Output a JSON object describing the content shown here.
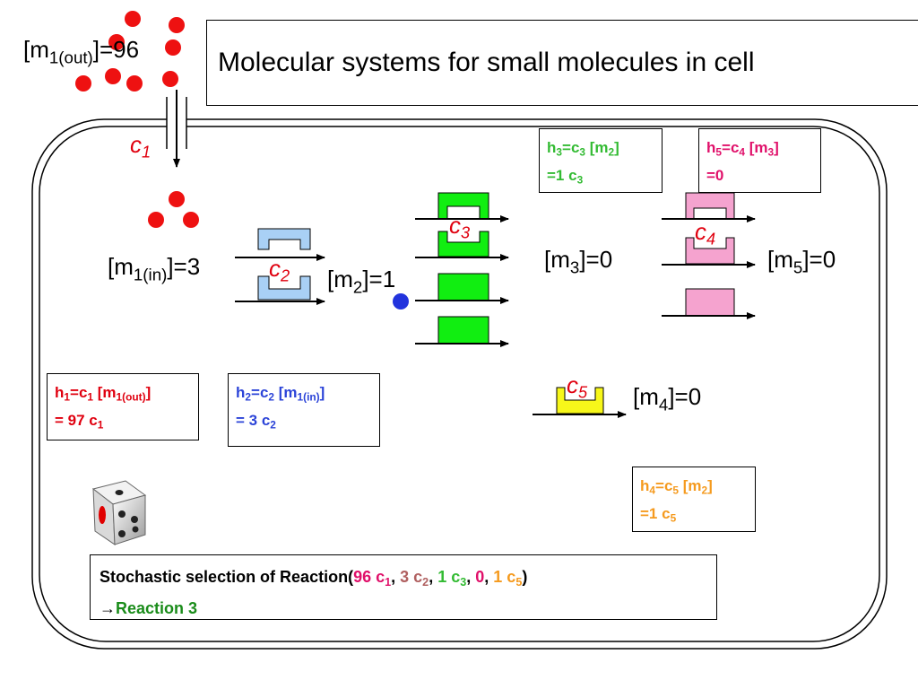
{
  "title": "Molecular systems for small molecules in cell",
  "species": {
    "m1_out": {
      "name": "m",
      "sub": "1(out)",
      "eq": "]=96"
    },
    "m1_in": {
      "name": "m",
      "sub": "1(in)",
      "eq": "]=3"
    },
    "m2": {
      "name": "m",
      "sub": "2",
      "eq": "]=1"
    },
    "m3": {
      "name": "m",
      "sub": "3",
      "eq": "]=0"
    },
    "m4": {
      "name": "m",
      "sub": "4",
      "eq": "]=0"
    },
    "m5": {
      "name": "m",
      "sub": "5",
      "eq": "]=0"
    }
  },
  "rate_labels": {
    "c1": {
      "base": "c",
      "sub": "1"
    },
    "c2": {
      "base": "c",
      "sub": "2"
    },
    "c3": {
      "base": "c",
      "sub": "3"
    },
    "c4": {
      "base": "c",
      "sub": "4"
    },
    "c5": {
      "base": "c",
      "sub": "5"
    }
  },
  "formulas": {
    "h1": {
      "color": "#e0000f",
      "a": "h",
      "a_sub": "1",
      "b": "=c",
      "b_sub": "1",
      "c": " [m",
      "c_sub": "1(out)",
      "d": "]",
      "line2a": "= 97 c",
      "line2_sub": "1"
    },
    "h2": {
      "color": "#2c44d8",
      "a": "h",
      "a_sub": "2",
      "b": "=c",
      "b_sub": "2",
      "c": " [m",
      "c_sub": "1(in)",
      "d": "]",
      "line2a": "= 3 c",
      "line2_sub": "2"
    },
    "h3": {
      "color": "#33bb33",
      "a": "h",
      "a_sub": "3",
      "b": "=c",
      "b_sub": "3",
      "c": " [m",
      "c_sub": "2",
      "d": "]",
      "line2a": "=1 c",
      "line2_sub": "3"
    },
    "h4": {
      "color": "#f59a1e",
      "a": "h",
      "a_sub": "4",
      "b": "=c",
      "b_sub": "5",
      "c": " [m",
      "c_sub": "2",
      "d": "]",
      "line2a": "=1 c",
      "line2_sub": "5"
    },
    "h5": {
      "color": "#e0106a",
      "a": "h",
      "a_sub": "5",
      "b": "=c",
      "b_sub": "4",
      "c": " [m",
      "c_sub": "3",
      "d": "]",
      "line2a": "=0",
      "line2_sub": ""
    }
  },
  "selection": {
    "prefix": "Stochastic selection of Reaction(",
    "items": [
      {
        "text": "96 c",
        "sub": "1",
        "color": "#e0106a"
      },
      {
        "text": "3 c",
        "sub": "2",
        "color": "#b06060"
      },
      {
        "text": "1 c",
        "sub": "3",
        "color": "#33bb33"
      },
      {
        "text": "0",
        "sub": "",
        "color": "#e0106a"
      },
      {
        "text": "1 c",
        "sub": "5",
        "color": "#f59a1e"
      }
    ],
    "separator": ", ",
    "suffix": ")",
    "arrow": "→",
    "result": "Reaction 3",
    "result_color": "#1a8c1a"
  },
  "colors": {
    "molecule_red": "#ee1111",
    "molecule_blue": "#2233dd",
    "transporter_blue": "#a9d0f5",
    "enzyme_green": "#11ee11",
    "enzyme_pink": "#f5a3cf",
    "enzyme_yellow": "#f7f71a",
    "rate_red": "#e0000f"
  },
  "icons": {
    "dice": "dice-icon"
  }
}
